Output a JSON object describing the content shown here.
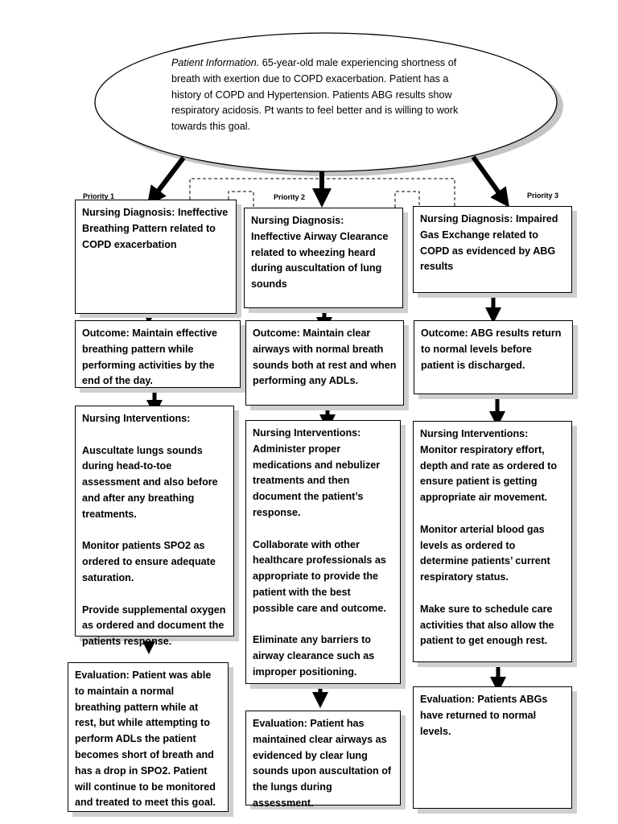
{
  "patient_info": {
    "label": "Patient Information.",
    "text": "65-year-old male experiencing shortness of breath with exertion due to COPD exacerbation. Patient has a history of COPD and Hypertension.  Patients ABG results show respiratory acidosis. Pt wants to feel better and is willing to work towards this goal."
  },
  "columns": [
    {
      "priority": "Priority 1",
      "diagnosis": "Nursing Diagnosis: Ineffective Breathing Pattern related to COPD exacerbation",
      "outcome": "Outcome:  Maintain effective breathing pattern while performing activities by the end of the day.",
      "interventions_title": "Nursing Interventions:",
      "interventions": [
        "Auscultate lungs sounds during head-to-toe assessment and also before and after any breathing treatments.",
        "Monitor patients SPO2 as ordered to ensure adequate saturation.",
        "Provide supplemental oxygen as ordered and document the patients response."
      ],
      "evaluation": "Evaluation: Patient was able to maintain a normal breathing pattern while at rest, but while attempting to perform ADLs the patient becomes short of breath and has a drop in SPO2. Patient will continue to be monitored and treated to meet this goal."
    },
    {
      "priority": "Priority 2",
      "diagnosis": "Nursing Diagnosis: Ineffective Airway Clearance related to wheezing heard during auscultation of lung sounds",
      "outcome": "Outcome: Maintain clear airways with normal breath sounds both at rest and when performing any ADLs.",
      "interventions_title": "Nursing Interventions:",
      "interventions": [
        "Administer proper medications and nebulizer treatments and then document the patient’s response.",
        "Collaborate with other healthcare professionals as appropriate to provide the patient with the best possible care and outcome.",
        "Eliminate any barriers to airway clearance such as improper positioning."
      ],
      "evaluation": "Evaluation: Patient has maintained clear airways as evidenced by clear lung sounds upon auscultation of the lungs during assessment."
    },
    {
      "priority": "Priority 3",
      "diagnosis": "Nursing Diagnosis: Impaired Gas Exchange related to COPD as evidenced by ABG results",
      "outcome": "Outcome: ABG results return to normal levels before patient is discharged.",
      "interventions_title": "Nursing Interventions:",
      "interventions": [
        "Monitor respiratory effort, depth and rate as ordered to ensure patient is getting appropriate air movement.",
        "Monitor arterial blood gas levels as ordered to determine patients’ current respiratory status.",
        "Make sure to schedule care activities that also allow the patient to get enough rest."
      ],
      "evaluation": "Evaluation: Patients ABGs have returned to normal levels."
    }
  ]
}
